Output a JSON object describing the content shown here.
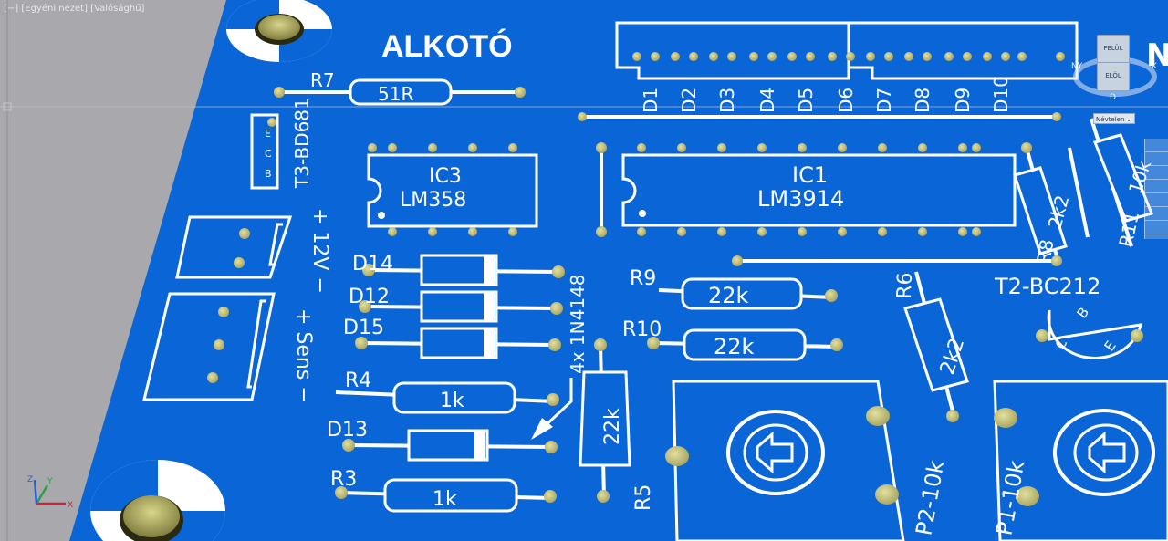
{
  "viewport": {
    "label": "[−] [Egyéni nézet] [Valósághű]"
  },
  "viewcube": {
    "top_face": "FELÜL",
    "front_face": "ELÖL",
    "compass_n": "NY",
    "compass_e": "K",
    "compass_s": "D",
    "ucs_menu": "Névtelen"
  },
  "pcb": {
    "logo": "ALKOTÓ",
    "components": {
      "r7": {
        "ref": "R7",
        "value": "51R"
      },
      "t3": {
        "ref": "T3-BD681",
        "pins": [
          "E",
          "C",
          "B"
        ]
      },
      "ic3": {
        "ref": "IC3",
        "value": "LM358"
      },
      "ic1": {
        "ref": "IC1",
        "value": "LM3914"
      },
      "power": "+ 12V −",
      "sensor": "+ Sens −",
      "d14": {
        "ref": "D14"
      },
      "d12": {
        "ref": "D12"
      },
      "d15": {
        "ref": "D15"
      },
      "d13": {
        "ref": "D13"
      },
      "diode_note": "4x 1N4148",
      "r4": {
        "ref": "R4",
        "value": "1k"
      },
      "r3": {
        "ref": "R3",
        "value": "1k"
      },
      "r5": {
        "ref": "R5",
        "value": "22k"
      },
      "r9": {
        "ref": "R9",
        "value": "22k"
      },
      "r10": {
        "ref": "R10",
        "value": "22k"
      },
      "r6": {
        "ref": "R6",
        "value": "2k2"
      },
      "r8": {
        "ref": "R8",
        "value": "2k2"
      },
      "r11": {
        "ref": "R11",
        "value": "10k"
      },
      "t2": {
        "ref": "T2-BC212",
        "pins": [
          "C",
          "B",
          "E"
        ]
      },
      "p2": {
        "ref": "P2-10k"
      },
      "p1": {
        "ref": "P1-10k"
      },
      "edge_text": "NT"
    },
    "leds": [
      "D1",
      "D2",
      "D3",
      "D4",
      "D5",
      "D6",
      "D7",
      "D8",
      "D9",
      "D10"
    ]
  },
  "colors": {
    "board": "#0a66d6",
    "silkscreen": "#ffffff",
    "pad": "#c9c87e",
    "background": "#a7a7ac",
    "axis_x": "#c8263b",
    "axis_y": "#2ea043",
    "axis_z": "#2b5fd9"
  }
}
